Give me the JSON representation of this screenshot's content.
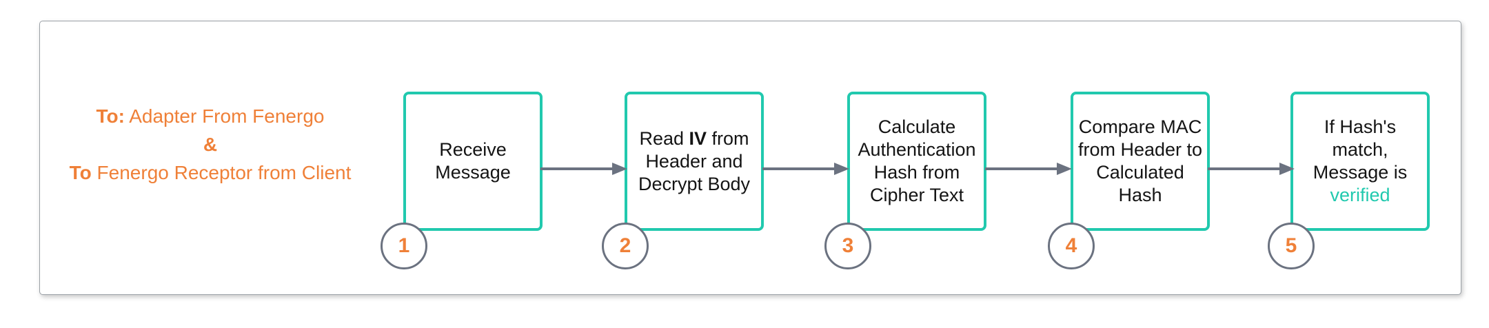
{
  "colors": {
    "box_border": "#21c9ae",
    "accent_orange": "#ef8038",
    "connector_gray": "#6b7280",
    "panel_border": "#9aa0a6",
    "text": "#141414"
  },
  "source_label": {
    "line1_prefix": "To:",
    "line1_rest": " Adapter From Fenergo",
    "line2": "&",
    "line3_prefix": "To",
    "line3_rest": " Fenergo Receptor from Client"
  },
  "steps": [
    {
      "number": "1",
      "text_plain": "Receive Message",
      "line1": "Receive",
      "line2": "Message"
    },
    {
      "number": "2",
      "text_plain": "Read IV from Header and Decrypt Body",
      "seg1": "Read ",
      "seg2_bold": "IV",
      "seg3": " from Header and Decrypt Body"
    },
    {
      "number": "3",
      "text_plain": "Calculate Authentication Hash from Cipher Text"
    },
    {
      "number": "4",
      "text_plain": "Compare MAC from Header to Calculated Hash"
    },
    {
      "number": "5",
      "text_plain": "If Hash's match, Message is verified",
      "seg1": "If Hash's match, Message is ",
      "seg2_accent": "verified"
    }
  ]
}
